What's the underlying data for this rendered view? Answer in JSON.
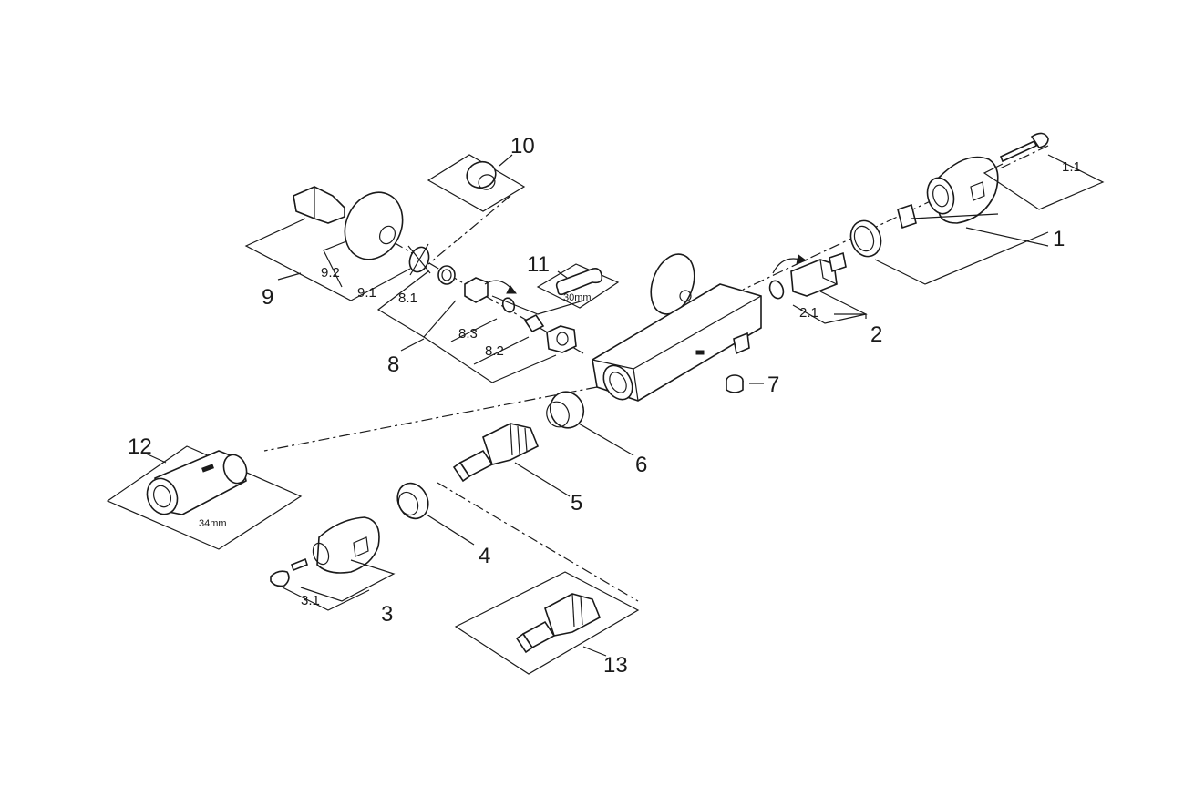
{
  "labels": {
    "p1": "1",
    "p1_1": "1.1",
    "p2": "2",
    "p2_1": "2.1",
    "p3": "3",
    "p3_1": "3.1",
    "p4": "4",
    "p5": "5",
    "p6": "6",
    "p7": "7",
    "p8": "8",
    "p8_1": "8.1",
    "p8_2": "8.2",
    "p8_3": "8.3",
    "p9": "9",
    "p9_1": "9.1",
    "p9_2": "9.2",
    "p10": "10",
    "p11": "11",
    "p12": "12",
    "p13": "13"
  },
  "tool_labels": {
    "wrench_size": "30mm",
    "key_size": "34mm"
  }
}
